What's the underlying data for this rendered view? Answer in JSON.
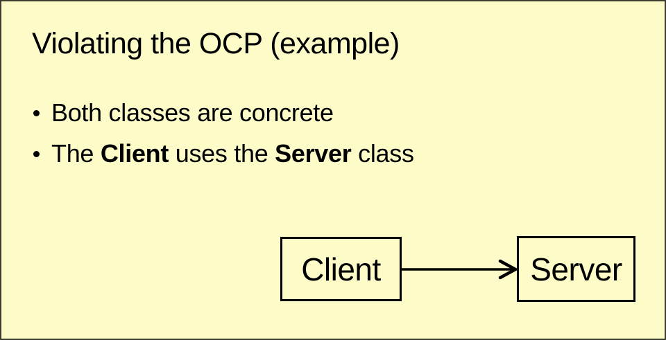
{
  "slide": {
    "title": "Violating the OCP (example)",
    "background_color": "#FDFCC9",
    "frame_border_color": "#3E3E2E",
    "text_color": "#000000",
    "box_border_color": "#000000"
  },
  "bullets": [
    {
      "marker": "bullet-dot",
      "segments": [
        {
          "text": "Both classes are concrete",
          "bold": false
        }
      ]
    },
    {
      "marker": "bullet-dot",
      "segments": [
        {
          "text": "The ",
          "bold": false
        },
        {
          "text": "Client",
          "bold": true
        },
        {
          "text": " uses the ",
          "bold": false
        },
        {
          "text": "Server",
          "bold": true
        },
        {
          "text": " class",
          "bold": false
        }
      ]
    }
  ],
  "diagram": {
    "client_box": {
      "label": "Client"
    },
    "server_box": {
      "label": "Server"
    },
    "arrow": {
      "from": "Client",
      "to": "Server",
      "style": "open-arrowhead"
    }
  }
}
